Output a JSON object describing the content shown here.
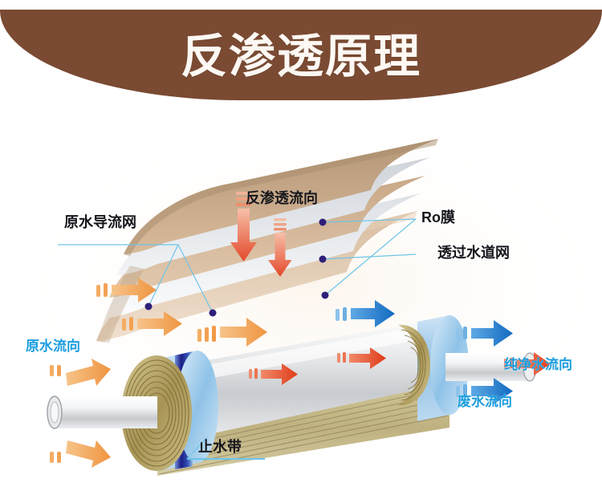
{
  "header": {
    "title": "反渗透原理",
    "bg_color": "#7a4a32",
    "text_color": "#fdf8f3"
  },
  "diagram": {
    "name": "spiral-wound-reverse-osmosis-membrane-element",
    "labels": {
      "feed_spacer": "原水导流网",
      "ro_flow": "反渗透流向",
      "ro_membrane": "Ro膜",
      "permeate_spacer": "透过水道网",
      "feed_flow": "原水流向",
      "pure_water_flow": "纯净水流向",
      "waste_water_flow": "废水流向",
      "seal": "止水带"
    },
    "colors": {
      "label_dark": "#15161c",
      "label_blue": "#1a9de0",
      "leader_line": "#6fc4e8",
      "dot": "#2d1f7a",
      "arrow_orange": "#f5a24a",
      "arrow_red": "#e8512e",
      "arrow_blue": "#1b7fd4",
      "membrane_tan": "#c9a687",
      "membrane_light": "#e3e6ea",
      "shell_blue": "#9cc9e8",
      "seal_band": "#2b2f9e",
      "roll_gold": "#b9a45c",
      "tube_gray": "#d8dadd"
    }
  }
}
